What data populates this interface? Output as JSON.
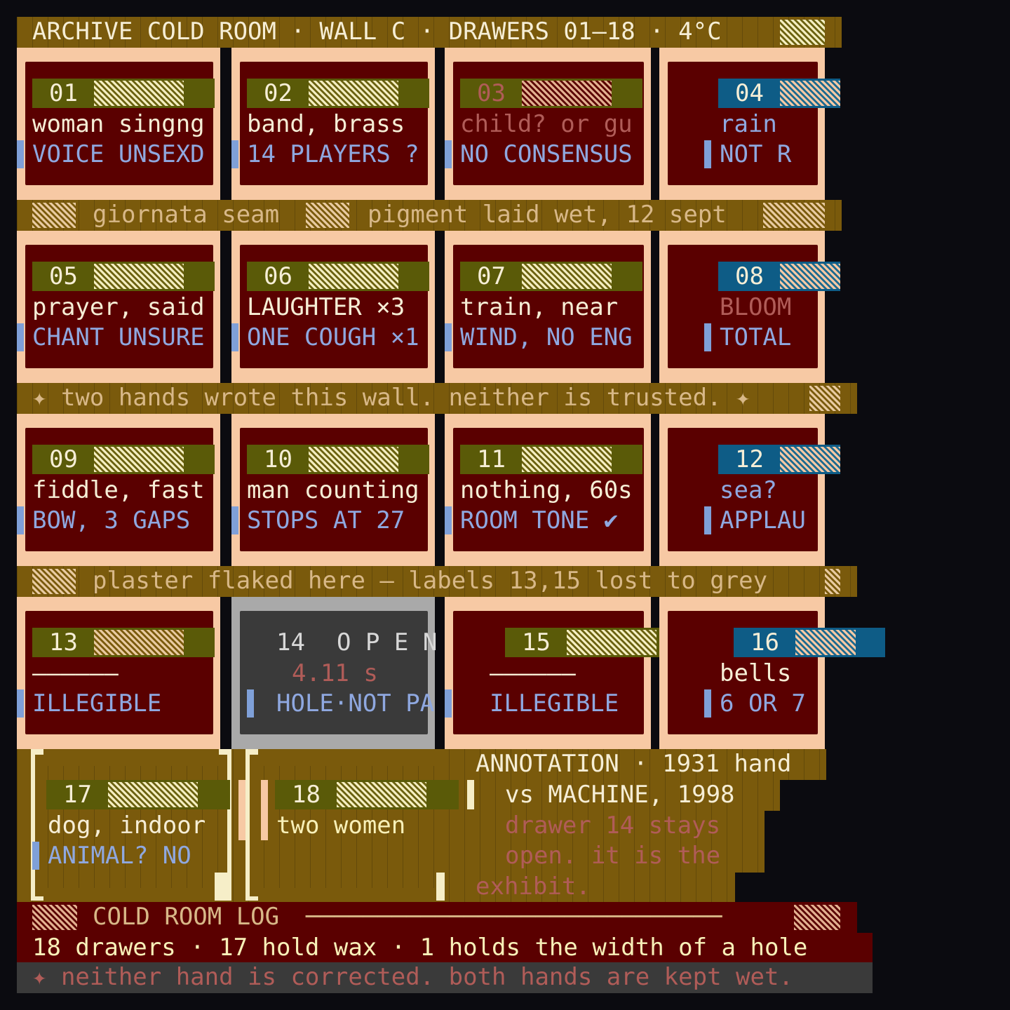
{
  "header": {
    "title": "ARCHIVE COLD ROOM · WALL C · DRAWERS 01–18 · 4°C"
  },
  "seams": [
    {
      "left": "giornata seam",
      "right": "pigment laid wet, 12 sept"
    },
    {
      "text": "✦ two hands wrote this wall. neither is trusted. ✦"
    },
    {
      "text": "plaster flaked here — labels 13,15 lost to grey"
    }
  ],
  "drawers": [
    {
      "num": "01",
      "line1": "woman singng",
      "line2": "VOICE UNSEXD"
    },
    {
      "num": "02",
      "line1": "band, brass",
      "line2": "14 PLAYERS ?"
    },
    {
      "num": "03",
      "line1": "child? or gu",
      "line2": "NO CONSENSUS"
    },
    {
      "num": "04",
      "line1": "rain",
      "line2": "NOT R"
    },
    {
      "num": "05",
      "line1": "prayer, said",
      "line2": "CHANT UNSURE"
    },
    {
      "num": "06",
      "line1": "LAUGHTER ×3",
      "line2": "ONE COUGH ×1"
    },
    {
      "num": "07",
      "line1": "train, near",
      "line2": "WIND, NO ENG"
    },
    {
      "num": "08",
      "line1": "BLOOM",
      "line2": "TOTAL"
    },
    {
      "num": "09",
      "line1": "fiddle, fast",
      "line2": "BOW, 3 GAPS"
    },
    {
      "num": "10",
      "line1": "man counting",
      "line2": "STOPS AT 27"
    },
    {
      "num": "11",
      "line1": "nothing, 60s",
      "line2": "ROOM TONE ✔"
    },
    {
      "num": "12",
      "line1": "sea?",
      "line2": "APPLAU"
    },
    {
      "num": "13",
      "line1": "——————",
      "line2": "ILLEGIBLE"
    },
    {
      "num": "14",
      "line1": "4.11 s",
      "line2": "HOLE·NOT PA",
      "label": "O P E N"
    },
    {
      "num": "15",
      "line1": "——————",
      "line2": "ILLEGIBLE"
    },
    {
      "num": "16",
      "line1": "bells",
      "line2": "6 OR 7"
    },
    {
      "num": "17",
      "line1": "dog, indoor",
      "line2": "ANIMAL? NO"
    },
    {
      "num": "18",
      "line1": "two women",
      "line2": ""
    }
  ],
  "annotation": {
    "line1": "ANNOTATION · 1931 hand",
    "line2": "vs MACHINE, 1998",
    "line3": "drawer 14 stays",
    "line4": "open. it is the",
    "line5": "exhibit."
  },
  "log": {
    "title": "COLD ROOM LOG",
    "rule": "─────────────────────────────",
    "summary": "18 drawers · 17 hold wax · 1 holds the width of a hole",
    "footer": "✦ neither hand is corrected. both hands are kept wet."
  },
  "colors": {
    "olive": "#7a5a0c",
    "maroon": "#5a0000",
    "peach": "#f7c9a4",
    "blue": "#8fa8e0",
    "rose": "#b05c58",
    "tag_olive": "#5a5a08",
    "tag_blue": "#0e5c86"
  }
}
